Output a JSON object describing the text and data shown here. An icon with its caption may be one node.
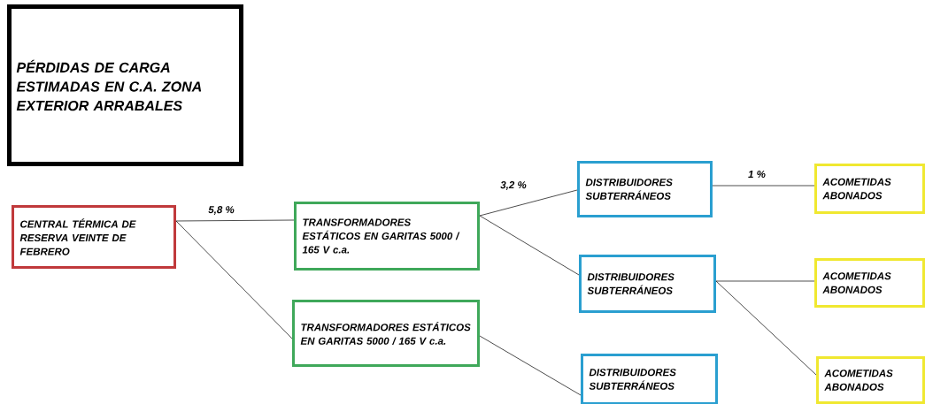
{
  "diagram": {
    "nodes": [
      {
        "text": [
          "PÉRDIDAS DE CARGA ESTIMADAS EN C.A. ZONA EXTERIOR ARRABALES"
        ]
      },
      {
        "text": [
          "CENTRAL TÉRMICA DE RESERVA VEINTE DE FEBRERO"
        ]
      },
      {
        "text": [
          "TRANSFORMADORES ESTÁTICOS EN GARITAS 5000 / 165 V c.a."
        ]
      },
      {
        "text": [
          "TRANSFORMADORES ESTÁTICOS EN GARITAS 5000 / 165 V c.a."
        ]
      },
      {
        "text": [
          "DISTRIBUIDORES SUBTERRÁNEOS"
        ]
      },
      {
        "text": [
          "DISTRIBUIDORES SUBTERRÁNEOS"
        ]
      },
      {
        "text": [
          "DISTRIBUIDORES SUBTERRÁNEOS"
        ]
      },
      {
        "text": [
          "ACOMETIDAS ABONADOS"
        ]
      },
      {
        "text": [
          "ACOMETIDAS ABONADOS"
        ]
      },
      {
        "text": [
          "ACOMETIDAS ABONADOS"
        ]
      }
    ],
    "edges": [
      {
        "from": 1,
        "to": 2,
        "arrow": "none",
        "label": "5,8 %"
      },
      {
        "from": 1,
        "to": 3,
        "arrow": "none"
      },
      {
        "from": 2,
        "to": 4,
        "arrow": "none",
        "label": "3,2 %"
      },
      {
        "from": 2,
        "to": 5,
        "arrow": "none"
      },
      {
        "from": 3,
        "to": 6,
        "arrow": "none"
      },
      {
        "from": 4,
        "to": 7,
        "arrow": "none",
        "label": "1 %"
      },
      {
        "from": 5,
        "to": 8,
        "arrow": "none"
      },
      {
        "from": 5,
        "to": 9,
        "arrow": "none"
      }
    ]
  }
}
